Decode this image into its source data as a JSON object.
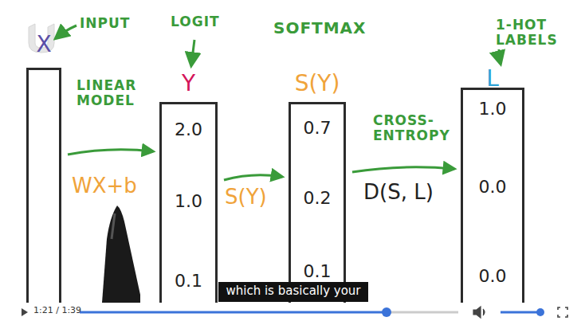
{
  "diagram": {
    "nodes": [
      {
        "text": [
          "X"
        ]
      },
      {
        "text": [
          "Y",
          "2.0",
          "1.0",
          "0.1"
        ]
      },
      {
        "text": [
          "S(Y)",
          "0.7",
          "0.2",
          "0.1"
        ]
      },
      {
        "text": [
          "L",
          "1.0",
          "0.0",
          "0.0"
        ]
      }
    ],
    "edges": [
      {
        "from": 0,
        "to": 1,
        "arrow": "to",
        "label": "WX+b"
      },
      {
        "from": 1,
        "to": 2,
        "arrow": "to",
        "label": "S(Y)"
      },
      {
        "from": 2,
        "to": 3,
        "arrow": "to",
        "label": "D(S, L)"
      }
    ],
    "labels": [
      "INPUT",
      "LOGIT",
      "SOFTMAX",
      "1-HOT LABELS",
      "LINEAR MODEL",
      "CROSS-ENTROPY",
      "which is basically your",
      "1:21 / 1:39"
    ]
  }
}
